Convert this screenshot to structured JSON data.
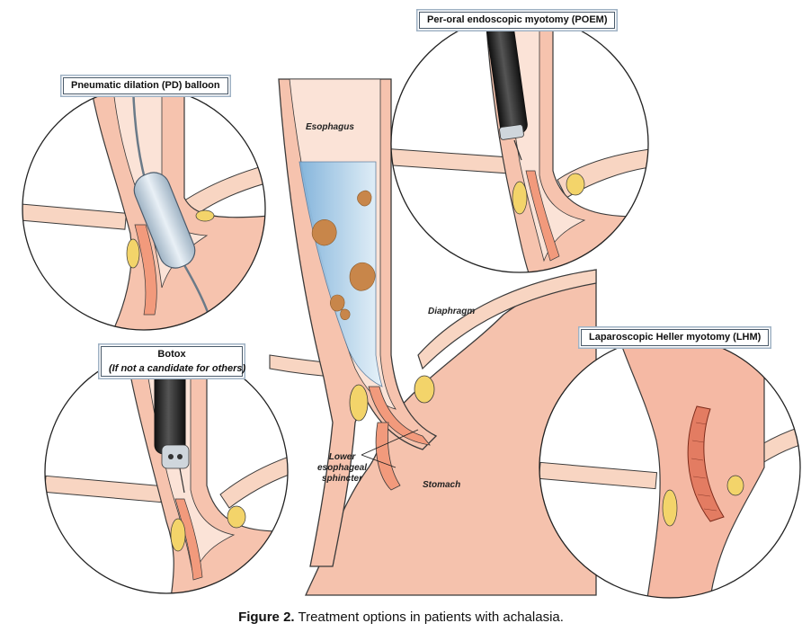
{
  "labels": {
    "pd": "Pneumatic dilation (PD) balloon",
    "poem": "Per-oral endoscopic myotomy (POEM)",
    "botox": "Botox",
    "botox_note": "(If not a candidate for others)",
    "lhm": "Laparoscopic Heller myotomy (LHM)"
  },
  "anatomy": {
    "esophagus": "Esophagus",
    "diaphragm": "Diaphragm",
    "les_line1": "Lower",
    "les_line2": "esophageal",
    "les_line3": "sphincter",
    "stomach": "Stomach"
  },
  "caption": {
    "bold": "Figure 2.",
    "text": " Treatment options in patients with achalasia."
  },
  "colors": {
    "tissue": "#f2b9a3",
    "tissue_dark": "#e8917a",
    "muscle": "#f6a789",
    "diaphragm": "#f5cbb4",
    "fat": "#f3d46a",
    "food": "#c98a4a",
    "fluid": "#9cc8e6",
    "outline": "#3a3a3a"
  }
}
